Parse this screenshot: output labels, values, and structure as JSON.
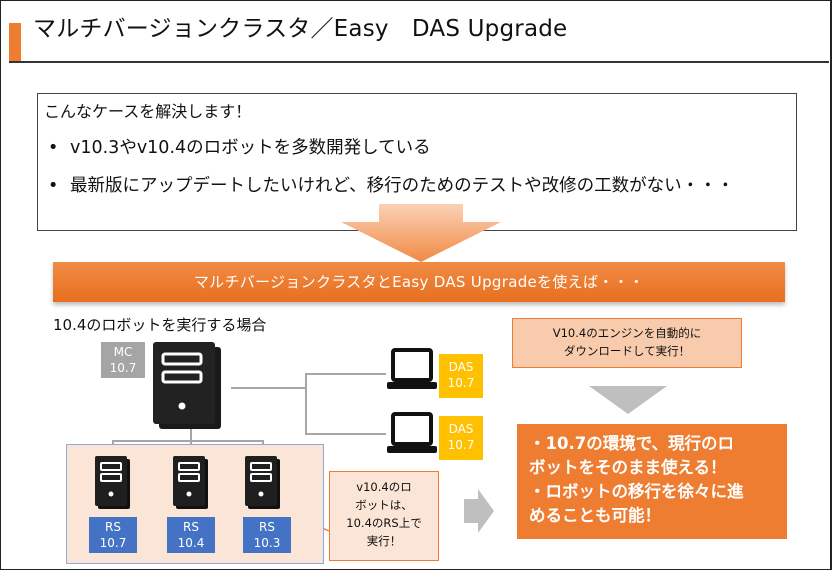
{
  "slide": {
    "title": "マルチバージョンクラスタ／Easy　DAS Upgrade",
    "problem": {
      "lead": "こんなケースを解決します！",
      "bullets": [
        "v10.3やv10.4のロボットを多数開発している",
        "最新版にアップデートしたいけれど、移行のためのテストや改修の工数がない・・・"
      ],
      "bullet_char": "•"
    },
    "banner": "マルチバージョンクラスタとEasy DAS Upgradeを使えば・・・",
    "section_label": "10.4のロボットを実行する場合",
    "mc": {
      "line1": "MC",
      "line2": "10.7"
    },
    "das": [
      {
        "line1": "DAS",
        "line2": "10.7"
      },
      {
        "line1": "DAS",
        "line2": "10.7"
      }
    ],
    "engine_callout": {
      "line1": "V10.4のエンジンを自動的に",
      "line2": "ダウンロードして実行！"
    },
    "rs": [
      {
        "line1": "RS",
        "line2": "10.7"
      },
      {
        "line1": "RS",
        "line2": "10.4"
      },
      {
        "line1": "RS",
        "line2": "10.3"
      }
    ],
    "rs_callout": {
      "line1": "v10.4のロ",
      "line2": "ボットは、",
      "line3": "10.4のRS上で",
      "line4": "実行！"
    },
    "result": {
      "line1": "・10.7の環境で、現行のロ",
      "line2": "ボットをそのまま使える！",
      "line3": "・ロボットの移行を徐々に進",
      "line4": "めることも可能！"
    },
    "colors": {
      "accent_orange": "#ee7d31",
      "das_yellow": "#ffc000",
      "rs_blue": "#4472c4",
      "mc_gray": "#a5a5a5",
      "callout_fill": "#f8cbad"
    }
  }
}
